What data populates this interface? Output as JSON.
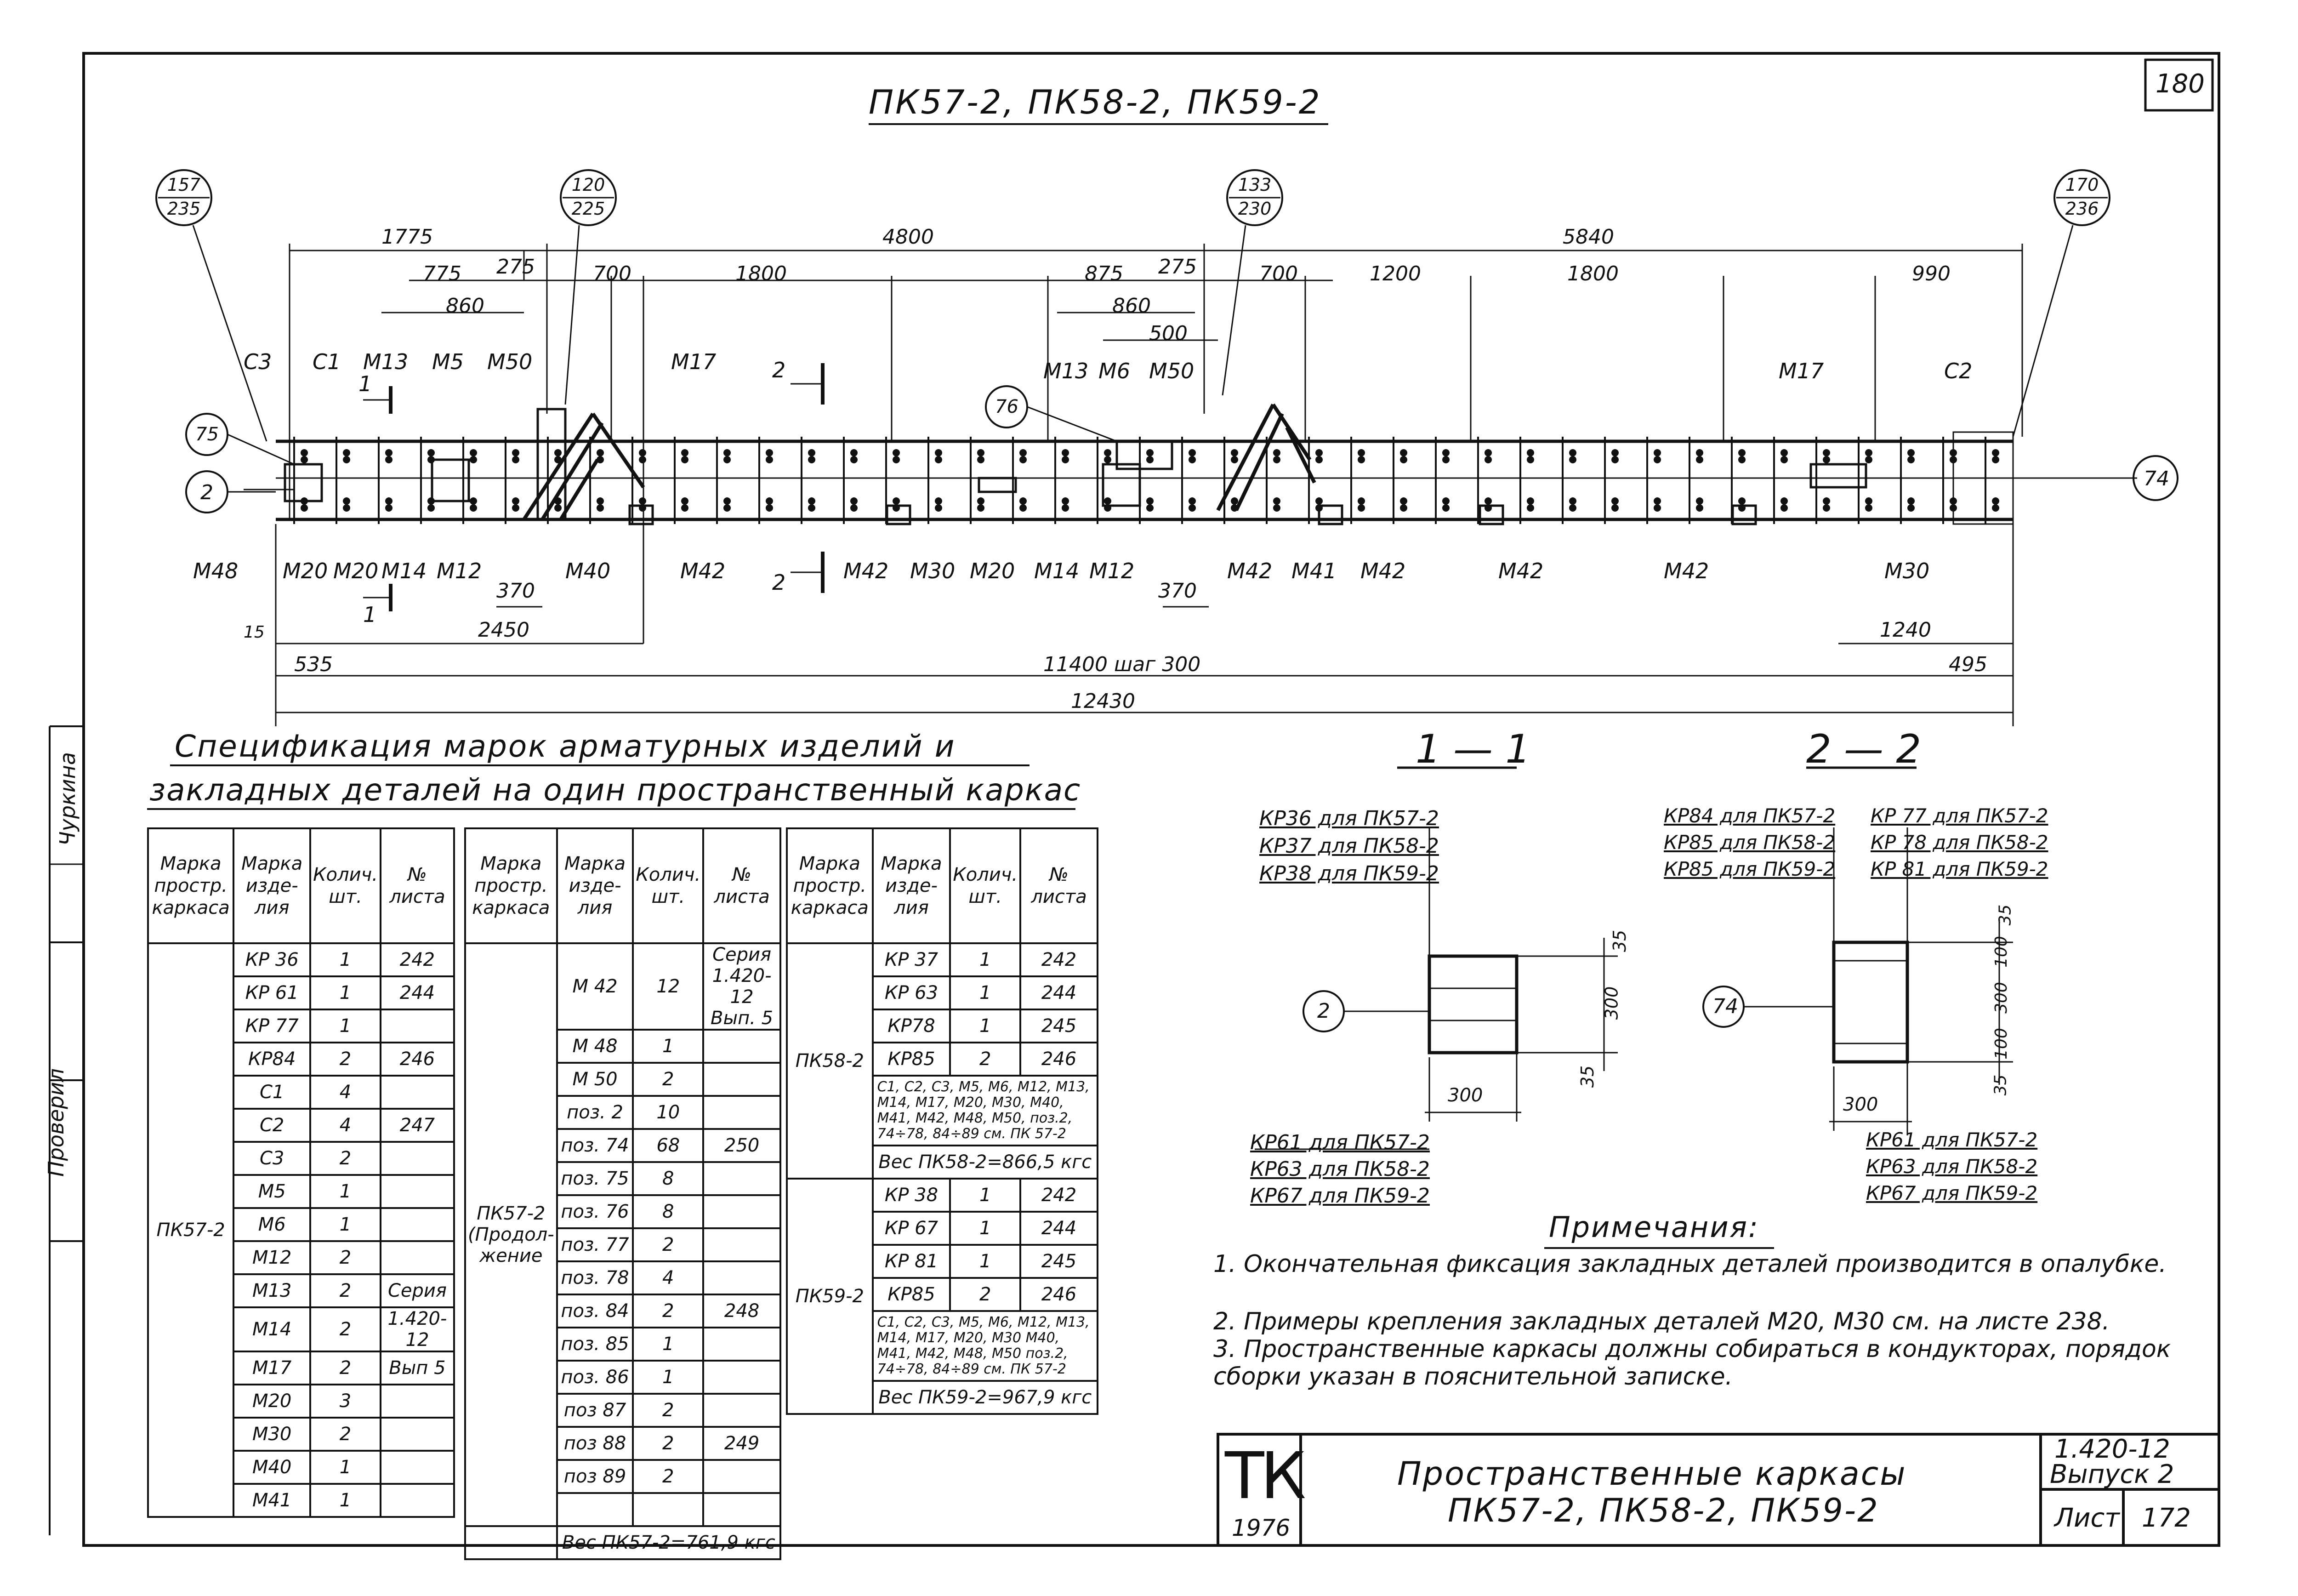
{
  "sheet_number": "180",
  "main_title": "ПК57-2, ПК58-2, ПК59-2",
  "elevation": {
    "callouts": [
      {
        "top": "157",
        "bottom": "235"
      },
      {
        "top": "120",
        "bottom": "225"
      },
      {
        "top": "133",
        "bottom": "230"
      },
      {
        "top": "170",
        "bottom": "236"
      }
    ],
    "end_left": "2",
    "end_right": "74",
    "node_75": "75",
    "node_76": "76",
    "top_dims": {
      "d1775": "1775",
      "d4800": "4800",
      "d5840": "5840",
      "d775": "775",
      "d275a": "275",
      "d700a": "700",
      "d1800a": "1800",
      "d860a": "860",
      "d875": "875",
      "d275b": "275",
      "d700b": "700",
      "d1200": "1200",
      "d1800b": "1800",
      "d990": "990",
      "d860b": "860",
      "d500": "500"
    },
    "top_marks": [
      "С3",
      "С1",
      "М13",
      "М5",
      "М50",
      "М17",
      "М13",
      "М6",
      "М50",
      "М17",
      "С2"
    ],
    "bottom_marks": [
      "М48",
      "М20",
      "М20",
      "М14",
      "М12",
      "М40",
      "М42",
      "М42",
      "М30",
      "М20",
      "М14",
      "М12",
      "М42",
      "М41",
      "М42",
      "М42",
      "М42",
      "М30"
    ],
    "section_marks": {
      "s1": "1",
      "s2": "2"
    },
    "bottom_dims": {
      "d15": "15",
      "d370a": "370",
      "d2450": "2450",
      "d370b": "370",
      "d1240": "1240",
      "d535": "535",
      "d11400": "11400 шаг 300",
      "d495": "495",
      "d12430": "12430"
    }
  },
  "spec_title_line1": "Спецификация марок арматурных изделий и",
  "spec_title_line2": "закладных деталей на один пространственный каркас",
  "spec_headers": [
    "Марка простр. каркаса",
    "Марка изде- лия",
    "Колич. шт.",
    "№ листа"
  ],
  "table1": {
    "group": "ПК57-2",
    "rows": [
      [
        "КР 36",
        "1",
        "242"
      ],
      [
        "КР 61",
        "1",
        "244"
      ],
      [
        "КР 77",
        "1",
        ""
      ],
      [
        "КР84",
        "2",
        "246"
      ],
      [
        "С1",
        "4",
        ""
      ],
      [
        "С2",
        "4",
        "247"
      ],
      [
        "С3",
        "2",
        ""
      ],
      [
        "М5",
        "1",
        ""
      ],
      [
        "М6",
        "1",
        ""
      ],
      [
        "М12",
        "2",
        ""
      ],
      [
        "М13",
        "2",
        "Серия"
      ],
      [
        "М14",
        "2",
        "1.420-12"
      ],
      [
        "М17",
        "2",
        "Вып 5"
      ],
      [
        "М20",
        "3",
        ""
      ],
      [
        "М30",
        "2",
        ""
      ],
      [
        "М40",
        "1",
        ""
      ],
      [
        "М41",
        "1",
        ""
      ]
    ]
  },
  "table2": {
    "group": "ПК57-2 (Продол- жение",
    "rows": [
      [
        "М 42",
        "12",
        "Серия 1.420-12 Вып. 5"
      ],
      [
        "М 48",
        "1",
        ""
      ],
      [
        "М 50",
        "2",
        ""
      ],
      [
        "поз. 2",
        "10",
        ""
      ],
      [
        "поз. 74",
        "68",
        "250"
      ],
      [
        "поз. 75",
        "8",
        ""
      ],
      [
        "поз. 76",
        "8",
        ""
      ],
      [
        "поз. 77",
        "2",
        ""
      ],
      [
        "поз. 78",
        "4",
        ""
      ],
      [
        "поз. 84",
        "2",
        "248"
      ],
      [
        "поз. 85",
        "1",
        ""
      ],
      [
        "поз. 86",
        "1",
        ""
      ],
      [
        "поз 87",
        "2",
        ""
      ],
      [
        "поз 88",
        "2",
        "249"
      ],
      [
        "поз 89",
        "2",
        ""
      ],
      [
        "",
        "",
        ""
      ]
    ],
    "footer": "Вес ПК57-2=761,9 кгс"
  },
  "table3": {
    "group1": "ПК58-2",
    "rows1": [
      [
        "КР 37",
        "1",
        "242"
      ],
      [
        "КР 63",
        "1",
        "244"
      ],
      [
        "КР78",
        "1",
        "245"
      ],
      [
        "КР85",
        "2",
        "246"
      ]
    ],
    "note1": "С1, С2, С3, М5, М6, М12, М13, М14, М17, М20, М30, М40, М41, М42, М48, М50, поз.2, 74÷78, 84÷89 см. ПК 57-2",
    "weight1": "Вес ПК58-2=866,5 кгс",
    "group2": "ПК59-2",
    "rows2": [
      [
        "КР 38",
        "1",
        "242"
      ],
      [
        "КР 67",
        "1",
        "244"
      ],
      [
        "КР 81",
        "1",
        "245"
      ],
      [
        "КР85",
        "2",
        "246"
      ]
    ],
    "note2": "С1, С2, С3, М5, М6, М12, М13, М14, М17, М20, М30 М40, М41, М42, М48, М50 поз.2, 74÷78, 84÷89 см. ПК 57-2",
    "weight2": "Вес ПК59-2=967,9 кгс"
  },
  "section11": {
    "title": "1 — 1",
    "top_labels": [
      "КР36 для ПК57-2",
      "КР37 для ПК58-2",
      "КР38 для ПК59-2"
    ],
    "bottom_labels": [
      "КР61 для ПК57-2",
      "КР63 для ПК58-2",
      "КР67 для ПК59-2"
    ],
    "node": "2",
    "dims": {
      "a": "35",
      "b": "300",
      "c": "35",
      "w": "300"
    }
  },
  "section22": {
    "title": "2 — 2",
    "top_left_labels": [
      "КР84 для ПК57-2",
      "КР85 для ПК58-2",
      "КР85 для ПК59-2"
    ],
    "top_right_labels": [
      "КР 77 для ПК57-2",
      "КР 78 для ПК58-2",
      "КР 81 для ПК59-2"
    ],
    "bottom_labels": [
      "КР61 для ПК57-2",
      "КР63 для ПК58-2",
      "КР67 для ПК59-2"
    ],
    "node": "74",
    "dims": {
      "a": "35",
      "b": "100",
      "c": "300",
      "d": "100",
      "e": "35",
      "w": "300"
    }
  },
  "notes": {
    "title": "Примечания:",
    "items": [
      "1. Окончательная фиксация закладных деталей производится в опалубке.",
      "2. Примеры крепления закладных деталей М20, М30 см. на листе 238.",
      "3. Пространственные каркасы должны собираться в кондукторах, порядок сборки указан в пояснительной записке."
    ]
  },
  "stamp": {
    "logo_letters": "ТК",
    "year": "1976",
    "title_line1": "Пространственные каркасы",
    "title_line2": "ПК57-2, ПК58-2, ПК59-2",
    "series": "1.420-12",
    "issue": "Выпуск 2",
    "sheet_label": "Лист",
    "sheet_value": "172"
  },
  "side_stamp": {
    "checked": "Проверил",
    "name": "Чуркина"
  }
}
